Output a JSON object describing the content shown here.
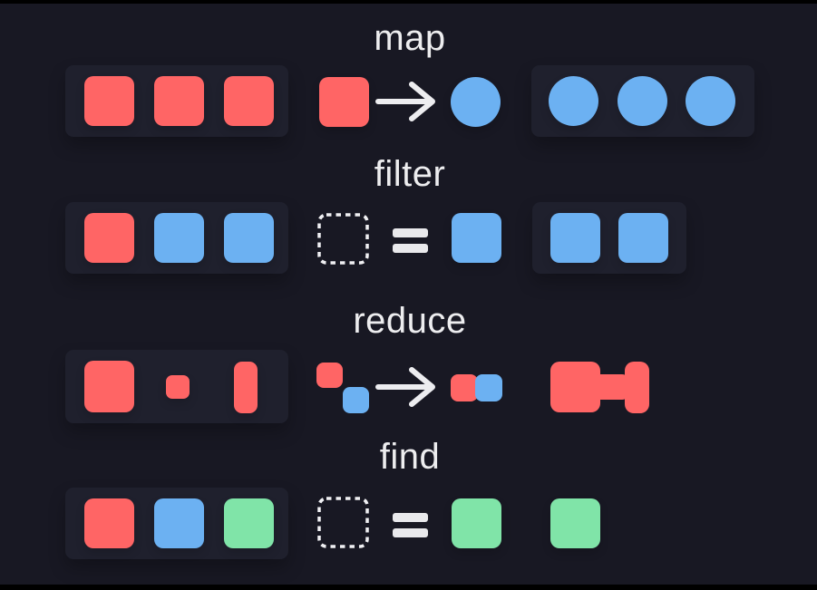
{
  "theme": {
    "background": "#000000",
    "canvas": "#181823",
    "container": "#1f202d",
    "red": "#ff6565",
    "blue": "#6cb1f2",
    "green": "#80e4a8",
    "foreground": "#ededef"
  },
  "rows": [
    {
      "title": "map",
      "input": [
        "red",
        "red",
        "red"
      ],
      "operation": {
        "from": "red",
        "to": "blue"
      },
      "output": [
        "blue",
        "blue",
        "blue"
      ]
    },
    {
      "title": "filter",
      "input": [
        "red",
        "blue",
        "blue"
      ],
      "operation": {
        "match": "blue"
      },
      "output": [
        "blue",
        "blue"
      ]
    },
    {
      "title": "reduce",
      "input": [
        "red",
        "red",
        "red"
      ],
      "operation": {
        "first": "red",
        "second": "blue",
        "combined_left": "red",
        "combined_right": "blue"
      },
      "output": [
        "red",
        "red",
        "red"
      ]
    },
    {
      "title": "find",
      "input": [
        "red",
        "blue",
        "green"
      ],
      "operation": {
        "match": "green"
      },
      "output": [
        "green"
      ]
    }
  ]
}
